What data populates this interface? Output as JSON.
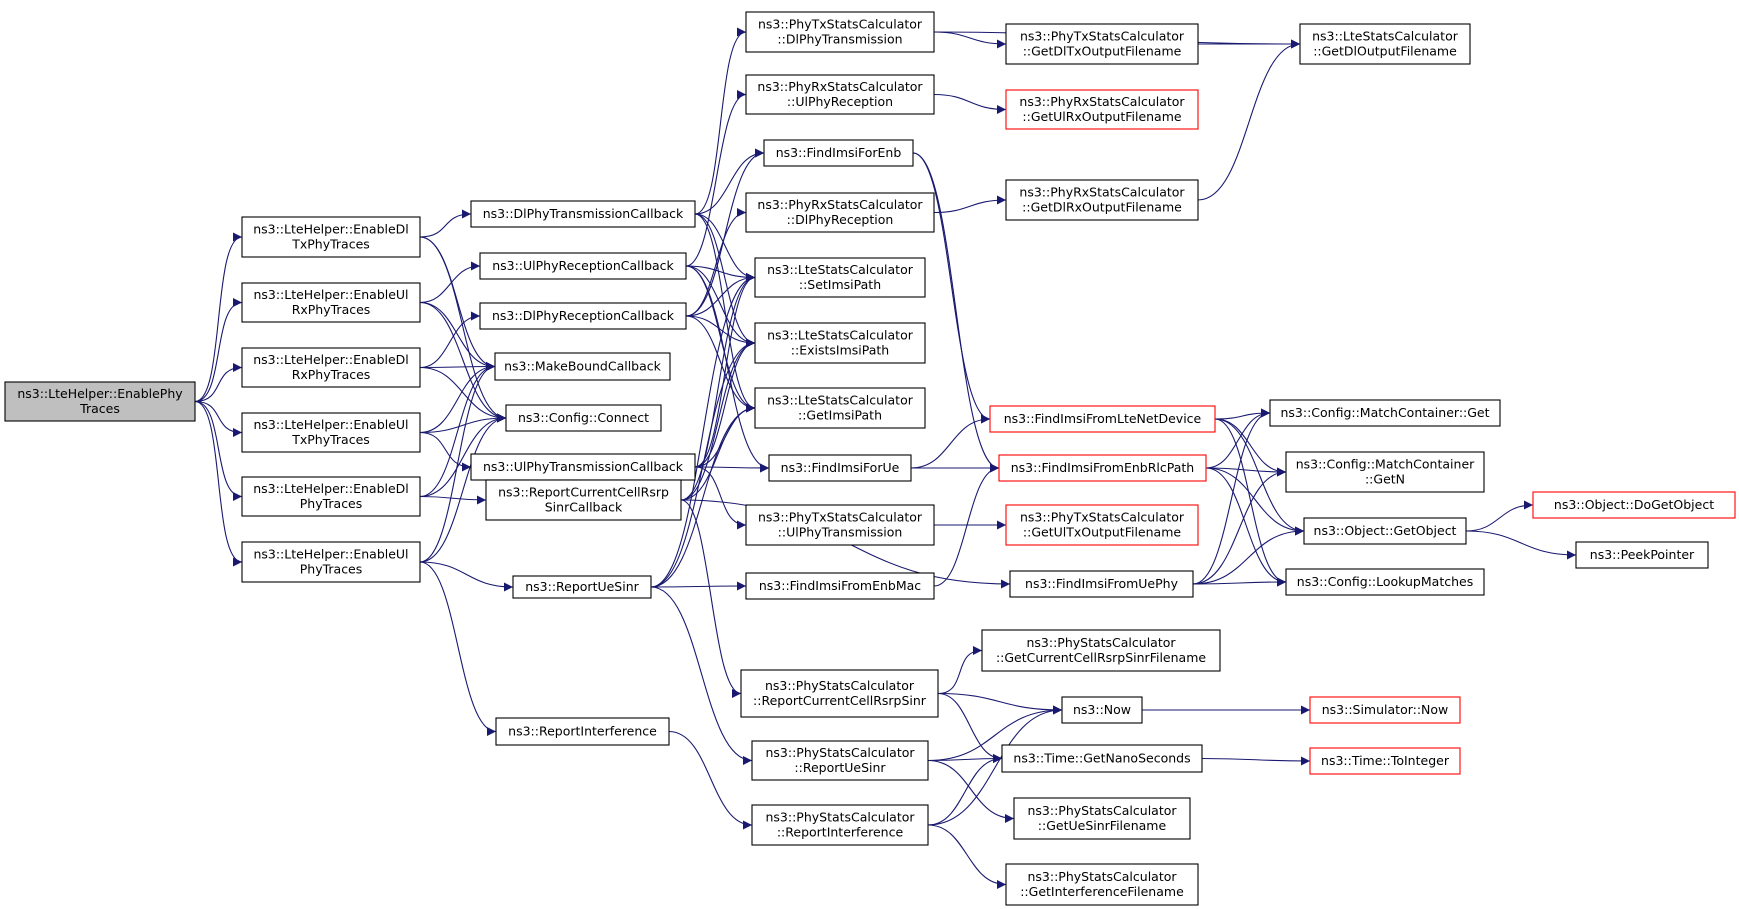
{
  "colors": {
    "edge": "#191970",
    "border": "#000000",
    "border_truncated": "#ff0000",
    "root_fill": "#bfbfbf",
    "node_fill": "#ffffff",
    "text": "#000000"
  },
  "nodes": [
    {
      "id": "enablephy",
      "lines": [
        "ns3::LteHelper::EnablePhy",
        "Traces"
      ],
      "root": true
    },
    {
      "id": "enabledltx",
      "lines": [
        "ns3::LteHelper::EnableDl",
        "TxPhyTraces"
      ]
    },
    {
      "id": "enableulrx",
      "lines": [
        "ns3::LteHelper::EnableUl",
        "RxPhyTraces"
      ]
    },
    {
      "id": "enabledlrx",
      "lines": [
        "ns3::LteHelper::EnableDl",
        "RxPhyTraces"
      ]
    },
    {
      "id": "enableultx",
      "lines": [
        "ns3::LteHelper::EnableUl",
        "TxPhyTraces"
      ]
    },
    {
      "id": "enabledlphy",
      "lines": [
        "ns3::LteHelper::EnableDl",
        "PhyTraces"
      ]
    },
    {
      "id": "enableulphy",
      "lines": [
        "ns3::LteHelper::EnableUl",
        "PhyTraces"
      ]
    },
    {
      "id": "dltxcb",
      "lines": [
        "ns3::DlPhyTransmissionCallback"
      ]
    },
    {
      "id": "ulrxcb",
      "lines": [
        "ns3::UlPhyReceptionCallback"
      ]
    },
    {
      "id": "dlrxcb",
      "lines": [
        "ns3::DlPhyReceptionCallback"
      ]
    },
    {
      "id": "makebound",
      "lines": [
        "ns3::MakeBoundCallback"
      ]
    },
    {
      "id": "connect",
      "lines": [
        "ns3::Config::Connect"
      ]
    },
    {
      "id": "ultxcb",
      "lines": [
        "ns3::UlPhyTransmissionCallback"
      ]
    },
    {
      "id": "rsrpcb",
      "lines": [
        "ns3::ReportCurrentCellRsrp",
        "SinrCallback"
      ]
    },
    {
      "id": "reportuesinr",
      "lines": [
        "ns3::ReportUeSinr"
      ]
    },
    {
      "id": "reportinterf",
      "lines": [
        "ns3::ReportInterference"
      ]
    },
    {
      "id": "phytxdl",
      "lines": [
        "ns3::PhyTxStatsCalculator",
        "::DlPhyTransmission"
      ]
    },
    {
      "id": "phyrxul",
      "lines": [
        "ns3::PhyRxStatsCalculator",
        "::UlPhyReception"
      ]
    },
    {
      "id": "findimsienb",
      "lines": [
        "ns3::FindImsiForEnb"
      ]
    },
    {
      "id": "phyrxdl",
      "lines": [
        "ns3::PhyRxStatsCalculator",
        "::DlPhyReception"
      ]
    },
    {
      "id": "setimsi",
      "lines": [
        "ns3::LteStatsCalculator",
        "::SetImsiPath"
      ]
    },
    {
      "id": "existsimsi",
      "lines": [
        "ns3::LteStatsCalculator",
        "::ExistsImsiPath"
      ]
    },
    {
      "id": "getimsi",
      "lines": [
        "ns3::LteStatsCalculator",
        "::GetImsiPath"
      ]
    },
    {
      "id": "findimsiue",
      "lines": [
        "ns3::FindImsiForUe"
      ]
    },
    {
      "id": "phytxul",
      "lines": [
        "ns3::PhyTxStatsCalculator",
        "::UlPhyTransmission"
      ]
    },
    {
      "id": "findimsienbmac",
      "lines": [
        "ns3::FindImsiFromEnbMac"
      ]
    },
    {
      "id": "psc_rsrp",
      "lines": [
        "ns3::PhyStatsCalculator",
        "::ReportCurrentCellRsrpSinr"
      ]
    },
    {
      "id": "psc_uesinr",
      "lines": [
        "ns3::PhyStatsCalculator",
        "::ReportUeSinr"
      ]
    },
    {
      "id": "psc_interf",
      "lines": [
        "ns3::PhyStatsCalculator",
        "::ReportInterference"
      ]
    },
    {
      "id": "getdltxfn",
      "lines": [
        "ns3::PhyTxStatsCalculator",
        "::GetDlTxOutputFilename"
      ]
    },
    {
      "id": "getulrxfn",
      "lines": [
        "ns3::PhyRxStatsCalculator",
        "::GetUlRxOutputFilename"
      ],
      "truncated": true
    },
    {
      "id": "getdlrxfn",
      "lines": [
        "ns3::PhyRxStatsCalculator",
        "::GetDlRxOutputFilename"
      ]
    },
    {
      "id": "findimsilte",
      "lines": [
        "ns3::FindImsiFromLteNetDevice"
      ],
      "truncated": true
    },
    {
      "id": "findimsirlc",
      "lines": [
        "ns3::FindImsiFromEnbRlcPath"
      ],
      "truncated": true
    },
    {
      "id": "getultxfn",
      "lines": [
        "ns3::PhyTxStatsCalculator",
        "::GetUlTxOutputFilename"
      ],
      "truncated": true
    },
    {
      "id": "findimsiuephy",
      "lines": [
        "ns3::FindImsiFromUePhy"
      ]
    },
    {
      "id": "getrsrpfn",
      "lines": [
        "ns3::PhyStatsCalculator",
        "::GetCurrentCellRsrpSinrFilename"
      ]
    },
    {
      "id": "now",
      "lines": [
        "ns3::Now"
      ]
    },
    {
      "id": "getnano",
      "lines": [
        "ns3::Time::GetNanoSeconds"
      ]
    },
    {
      "id": "getuesinrfn",
      "lines": [
        "ns3::PhyStatsCalculator",
        "::GetUeSinrFilename"
      ]
    },
    {
      "id": "getinterffn",
      "lines": [
        "ns3::PhyStatsCalculator",
        "::GetInterferenceFilename"
      ]
    },
    {
      "id": "getdloutfn",
      "lines": [
        "ns3::LteStatsCalculator",
        "::GetDlOutputFilename"
      ]
    },
    {
      "id": "mcget",
      "lines": [
        "ns3::Config::MatchContainer::Get"
      ]
    },
    {
      "id": "mcgetn",
      "lines": [
        "ns3::Config::MatchContainer",
        "::GetN"
      ]
    },
    {
      "id": "getobject",
      "lines": [
        "ns3::Object::GetObject"
      ]
    },
    {
      "id": "lookup",
      "lines": [
        "ns3::Config::LookupMatches"
      ]
    },
    {
      "id": "simnow",
      "lines": [
        "ns3::Simulator::Now"
      ],
      "truncated": true
    },
    {
      "id": "tointeger",
      "lines": [
        "ns3::Time::ToInteger"
      ],
      "truncated": true
    },
    {
      "id": "dogetobject",
      "lines": [
        "ns3::Object::DoGetObject"
      ],
      "truncated": true
    },
    {
      "id": "peekpointer",
      "lines": [
        "ns3::PeekPointer"
      ]
    }
  ],
  "edges": [
    [
      "enablephy",
      "enabledltx"
    ],
    [
      "enablephy",
      "enableulrx"
    ],
    [
      "enablephy",
      "enabledlrx"
    ],
    [
      "enablephy",
      "enableultx"
    ],
    [
      "enablephy",
      "enabledlphy"
    ],
    [
      "enablephy",
      "enableulphy"
    ],
    [
      "enabledltx",
      "dltxcb"
    ],
    [
      "enabledltx",
      "makebound"
    ],
    [
      "enabledltx",
      "connect"
    ],
    [
      "enableulrx",
      "ulrxcb"
    ],
    [
      "enableulrx",
      "makebound"
    ],
    [
      "enableulrx",
      "connect"
    ],
    [
      "enabledlrx",
      "dlrxcb"
    ],
    [
      "enabledlrx",
      "makebound"
    ],
    [
      "enabledlrx",
      "connect"
    ],
    [
      "enableultx",
      "ultxcb"
    ],
    [
      "enableultx",
      "makebound"
    ],
    [
      "enableultx",
      "connect"
    ],
    [
      "enabledlphy",
      "rsrpcb"
    ],
    [
      "enabledlphy",
      "makebound"
    ],
    [
      "enabledlphy",
      "connect"
    ],
    [
      "enableulphy",
      "reportuesinr"
    ],
    [
      "enableulphy",
      "reportinterf"
    ],
    [
      "enableulphy",
      "makebound"
    ],
    [
      "enableulphy",
      "connect"
    ],
    [
      "dltxcb",
      "phytxdl"
    ],
    [
      "dltxcb",
      "findimsienb"
    ],
    [
      "dltxcb",
      "setimsi"
    ],
    [
      "dltxcb",
      "existsimsi"
    ],
    [
      "dltxcb",
      "getimsi"
    ],
    [
      "ulrxcb",
      "phyrxul"
    ],
    [
      "ulrxcb",
      "setimsi"
    ],
    [
      "ulrxcb",
      "existsimsi"
    ],
    [
      "ulrxcb",
      "getimsi"
    ],
    [
      "ulrxcb",
      "findimsiue"
    ],
    [
      "dlrxcb",
      "findimsienb"
    ],
    [
      "dlrxcb",
      "phyrxdl"
    ],
    [
      "dlrxcb",
      "setimsi"
    ],
    [
      "dlrxcb",
      "existsimsi"
    ],
    [
      "dlrxcb",
      "getimsi"
    ],
    [
      "ultxcb",
      "setimsi"
    ],
    [
      "ultxcb",
      "existsimsi"
    ],
    [
      "ultxcb",
      "getimsi"
    ],
    [
      "ultxcb",
      "findimsiue"
    ],
    [
      "ultxcb",
      "phytxul"
    ],
    [
      "rsrpcb",
      "setimsi"
    ],
    [
      "rsrpcb",
      "existsimsi"
    ],
    [
      "rsrpcb",
      "getimsi"
    ],
    [
      "rsrpcb",
      "findimsiuephy"
    ],
    [
      "rsrpcb",
      "psc_rsrp"
    ],
    [
      "reportuesinr",
      "setimsi"
    ],
    [
      "reportuesinr",
      "existsimsi"
    ],
    [
      "reportuesinr",
      "getimsi"
    ],
    [
      "reportuesinr",
      "findimsienbmac"
    ],
    [
      "reportuesinr",
      "psc_uesinr"
    ],
    [
      "reportinterf",
      "psc_interf"
    ],
    [
      "phytxdl",
      "getdltxfn"
    ],
    [
      "phytxdl",
      "getdloutfn"
    ],
    [
      "getdltxfn",
      "getdloutfn"
    ],
    [
      "phyrxul",
      "getulrxfn"
    ],
    [
      "phyrxdl",
      "getdlrxfn"
    ],
    [
      "getdlrxfn",
      "getdloutfn"
    ],
    [
      "findimsienb",
      "findimsilte"
    ],
    [
      "findimsienb",
      "findimsirlc"
    ],
    [
      "findimsiue",
      "findimsilte"
    ],
    [
      "findimsiue",
      "findimsirlc"
    ],
    [
      "phytxul",
      "getultxfn"
    ],
    [
      "findimsienbmac",
      "findimsirlc"
    ],
    [
      "psc_rsrp",
      "getrsrpfn"
    ],
    [
      "psc_rsrp",
      "now"
    ],
    [
      "psc_rsrp",
      "getnano"
    ],
    [
      "psc_uesinr",
      "now"
    ],
    [
      "psc_uesinr",
      "getnano"
    ],
    [
      "psc_uesinr",
      "getuesinrfn"
    ],
    [
      "psc_interf",
      "now"
    ],
    [
      "psc_interf",
      "getnano"
    ],
    [
      "psc_interf",
      "getinterffn"
    ],
    [
      "findimsilte",
      "mcget"
    ],
    [
      "findimsilte",
      "mcgetn"
    ],
    [
      "findimsilte",
      "getobject"
    ],
    [
      "findimsilte",
      "lookup"
    ],
    [
      "findimsirlc",
      "mcget"
    ],
    [
      "findimsirlc",
      "mcgetn"
    ],
    [
      "findimsirlc",
      "getobject"
    ],
    [
      "findimsirlc",
      "lookup"
    ],
    [
      "findimsiuephy",
      "mcget"
    ],
    [
      "findimsiuephy",
      "mcgetn"
    ],
    [
      "findimsiuephy",
      "getobject"
    ],
    [
      "findimsiuephy",
      "lookup"
    ],
    [
      "now",
      "simnow"
    ],
    [
      "getnano",
      "tointeger"
    ],
    [
      "getobject",
      "dogetobject"
    ],
    [
      "getobject",
      "peekpointer"
    ]
  ]
}
